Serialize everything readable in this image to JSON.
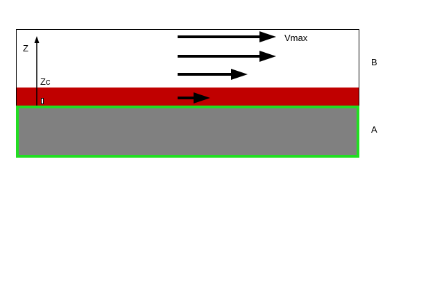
{
  "labels": {
    "z_axis": "Z",
    "zc": "Zc",
    "vmax": "Vmax",
    "region_b": "B",
    "region_a": "A"
  },
  "colors": {
    "background": "#ffffff",
    "frame_stroke": "#000000",
    "boundary_layer_fill": "#c00000",
    "ground_fill": "#808080",
    "ground_border": "#22dd22",
    "arrow_color": "#000000"
  }
}
